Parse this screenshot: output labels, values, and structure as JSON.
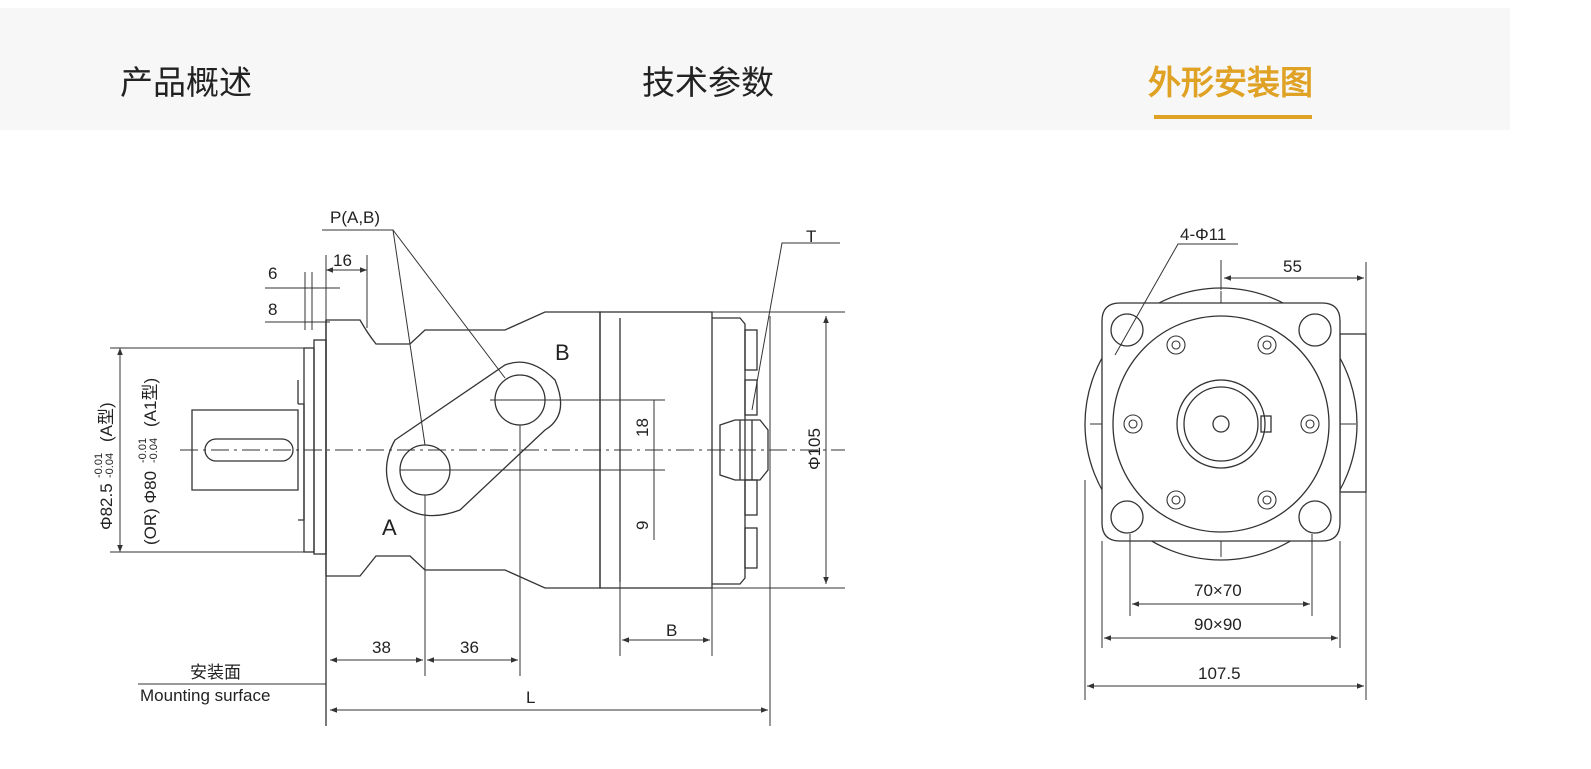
{
  "tabs": [
    {
      "label": "产品概述",
      "active": false
    },
    {
      "label": "技术参数",
      "active": false
    },
    {
      "label": "外形安装图",
      "active": true
    }
  ],
  "colors": {
    "accent": "#e0a224",
    "tab_bg": "#f7f7f7",
    "line": "#333333"
  },
  "drawing_side": {
    "port_label": "P(A,B)",
    "drain_label": "T",
    "dim_16": "16",
    "dim_6": "6",
    "dim_8": "8",
    "dim_18": "18",
    "dim_9": "9",
    "dim_38": "38",
    "dim_36": "36",
    "dim_b": "B",
    "dim_l": "L",
    "dim_phi105": "Φ105",
    "port_a": "A",
    "port_b": "B",
    "pilot_main": "Φ82.5",
    "pilot_main_tol_up": "-0.01",
    "pilot_main_tol_dn": "-0.04",
    "pilot_main_type": "(A型)",
    "pilot_alt": "(OR) Φ80",
    "pilot_alt_tol_up": "-0.01",
    "pilot_alt_tol_dn": "-0.04",
    "pilot_alt_type": "(A1型)",
    "mount_cn": "安装面",
    "mount_en": "Mounting surface"
  },
  "drawing_front": {
    "holes": "4-Φ11",
    "dim_55": "55",
    "dim_70": "70×70",
    "dim_90": "90×90",
    "dim_107": "107.5"
  }
}
